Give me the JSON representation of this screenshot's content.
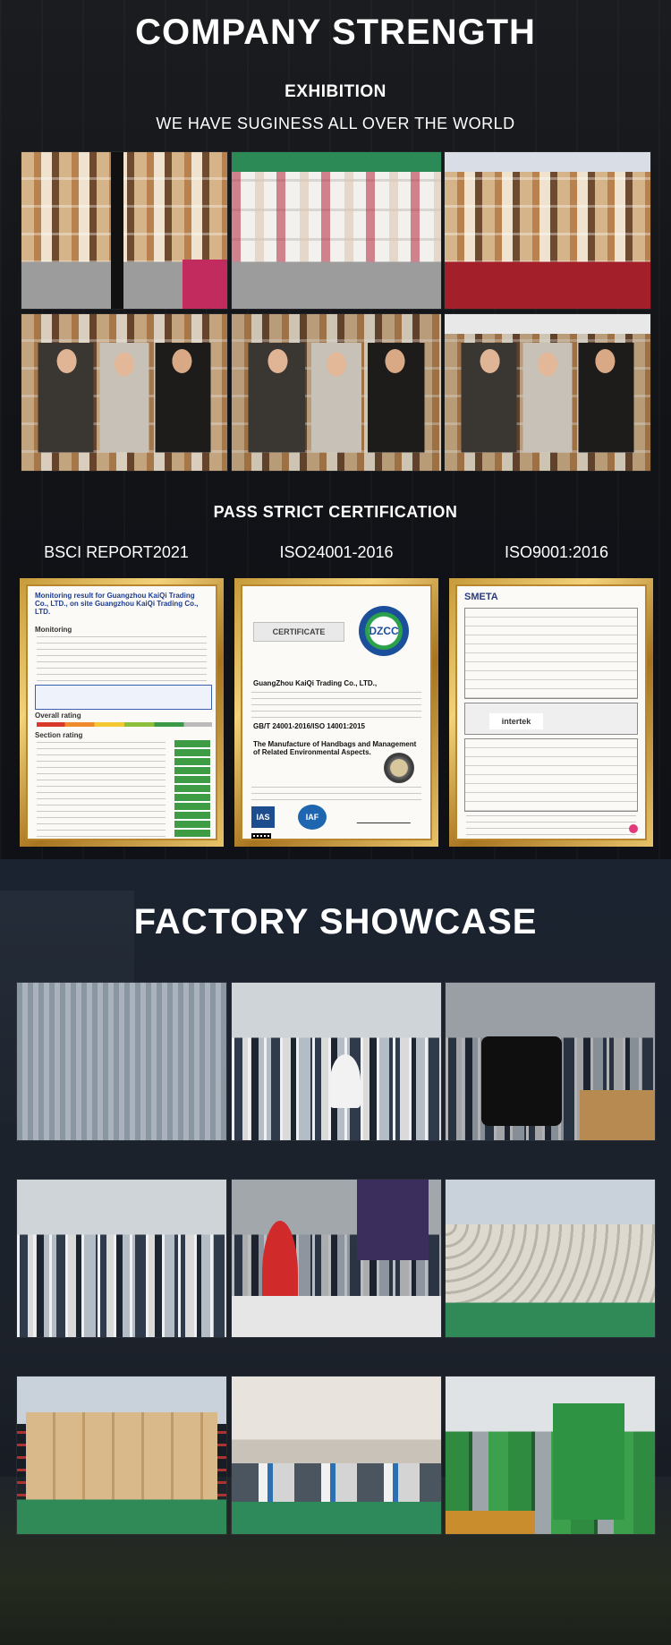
{
  "company_strength": {
    "title": "COMPANY STRENGTH",
    "exhibition_heading": "EXHIBITION",
    "exhibition_subheading": "WE HAVE SUGINESS ALL OVER THE WORLD",
    "exhibition_photos": [
      {
        "name": "exhibition-booth-photo"
      },
      {
        "name": "exhibition-booth-photo"
      },
      {
        "name": "exhibition-booth-photo"
      },
      {
        "name": "exhibition-team-photo"
      },
      {
        "name": "exhibition-team-photo"
      },
      {
        "name": "exhibition-team-photo"
      }
    ]
  },
  "certification": {
    "heading": "PASS STRICT CERTIFICATION",
    "items": [
      {
        "label": "BSCI REPORT2021",
        "doc_title": "Monitoring result for Guangzhou KaiQi Trading Co., LTD., on site Guangzhou KaiQi Trading Co., LTD.",
        "doc_subtitle": "Monitoring",
        "doc_rating": "Overall rating",
        "doc_sections": "Section rating"
      },
      {
        "label": "ISO24001-2016",
        "doc_title": "CERTIFICATE",
        "seal_text": "DZCC",
        "company": "GuangZhou KaiQi Trading Co., LTD.,",
        "standard": "GB/T 24001-2016/ISO 14001:2015",
        "scope": "The Manufacture of Handbags and Management of Related Environmental Aspects.",
        "badge_left": "IAS",
        "badge_right": "IAF"
      },
      {
        "label": "ISO9001:2016",
        "doc_title": "SMETA",
        "audit_company": "intertek"
      }
    ]
  },
  "factory": {
    "title": "FACTORY SHOWCASE",
    "photos": [
      {
        "name": "factory-aerial-photo"
      },
      {
        "name": "sewing-workshop-photo"
      },
      {
        "name": "bag-inspection-photo"
      },
      {
        "name": "production-floor-photo"
      },
      {
        "name": "worker-packing-photo"
      },
      {
        "name": "fabric-warehouse-photo"
      },
      {
        "name": "carton-warehouse-photo"
      },
      {
        "name": "office-photo"
      },
      {
        "name": "cutting-machine-photo"
      }
    ]
  },
  "colors": {
    "background": "#0d0f14",
    "text": "#ffffff",
    "certificate_frame": "#c79a3a",
    "warehouse_floor": "#2f8a57"
  }
}
